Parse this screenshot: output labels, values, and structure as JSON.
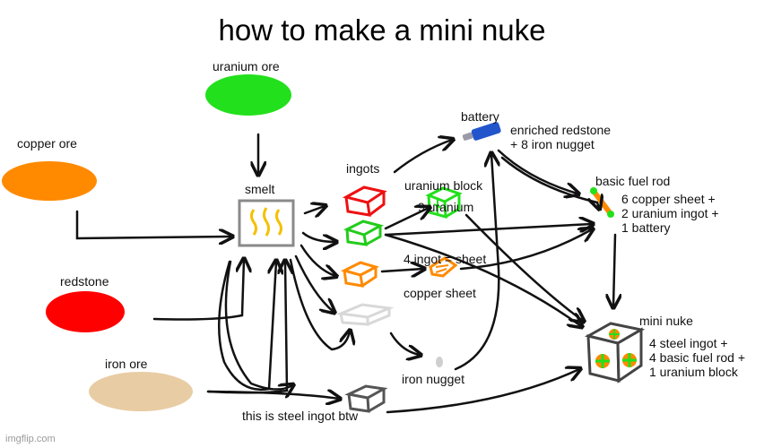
{
  "title": "how to make a mini nuke",
  "labels": {
    "uranium_ore": "uranium ore",
    "copper_ore": "copper ore",
    "redstone": "redstone",
    "iron_ore": "iron ore",
    "smelt": "smelt",
    "ingots": "ingots",
    "uranium_block": "uranium block",
    "uranium_block_recipe": "9 uranium",
    "ingot_sheet_recipe": "4 ingot = sheet",
    "copper_sheet": "copper sheet",
    "iron_nugget": "iron nugget",
    "steel_note": "this is steel ingot btw",
    "battery": "battery",
    "battery_recipe": [
      "enriched redstone",
      "+ 8 iron nugget"
    ],
    "basic_fuel_rod": "basic fuel rod",
    "fuel_rod_recipe": [
      "6 copper sheet +",
      "2 uranium ingot +",
      "1 battery"
    ],
    "mini_nuke": "mini nuke",
    "mini_nuke_recipe": [
      "4 steel ingot +",
      "4 basic fuel rod +",
      "1 uranium block"
    ]
  },
  "watermark": "imgflip.com",
  "colors": {
    "uranium": "#22e01c",
    "copper": "#ff8a00",
    "redstone": "#ff0000",
    "iron": "#e8cca4",
    "red_ingot": "#ee1111",
    "silver_ingot": "#d8d8d8",
    "steel_ingot": "#555555",
    "battery": "#2255cc",
    "smelt_flame": "#f5c000",
    "arrow": "#111111"
  }
}
